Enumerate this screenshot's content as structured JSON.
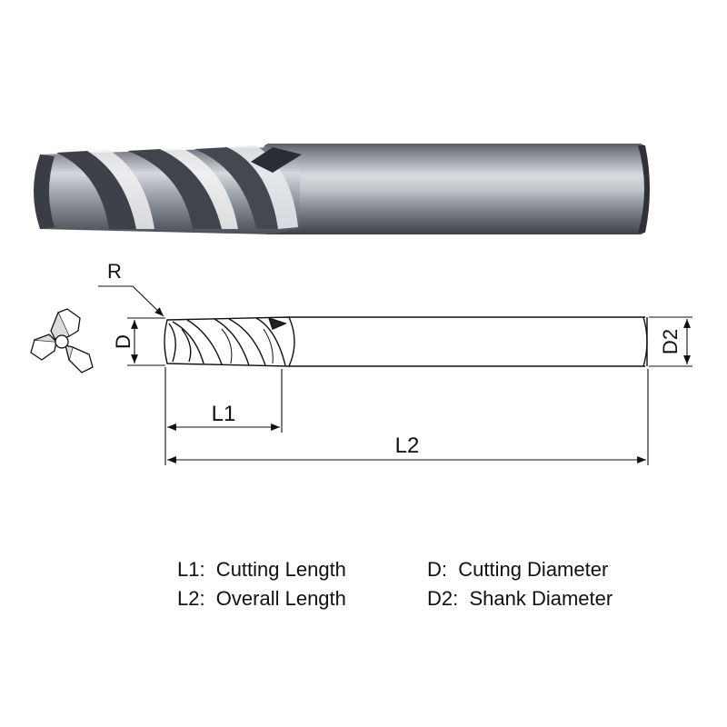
{
  "labels": {
    "r": "R",
    "d": "D",
    "d2": "D2",
    "l1": "L1",
    "l2": "L2"
  },
  "legend": {
    "l1": "L1:  Cutting Length",
    "l2": "L2:  Overall Length",
    "d": "D:  Cutting Diameter",
    "d2": "D2:  Shank Diameter"
  }
}
